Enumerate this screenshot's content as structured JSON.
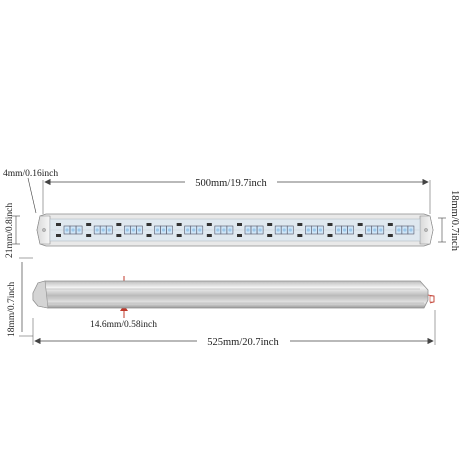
{
  "labels": {
    "top_length": "500mm/19.7inch",
    "screw_hole": "4mm/0.16inch",
    "front_height": "21mm/0.8inch",
    "right_height": "18mm/0.7inch",
    "side_height": "18mm/0.7inch",
    "profile_width": "14.6mm/0.58inch",
    "total_length": "525mm/20.7inch"
  },
  "led_bar": {
    "led_groups": 12,
    "leds_per_group": 3,
    "led_color": "#cfe6f8",
    "body_color": "#e7e7e7"
  },
  "colors": {
    "dimension_line": "#444444",
    "arrow_red": "#c0392b",
    "bar_outline": "#8a8a8a"
  }
}
